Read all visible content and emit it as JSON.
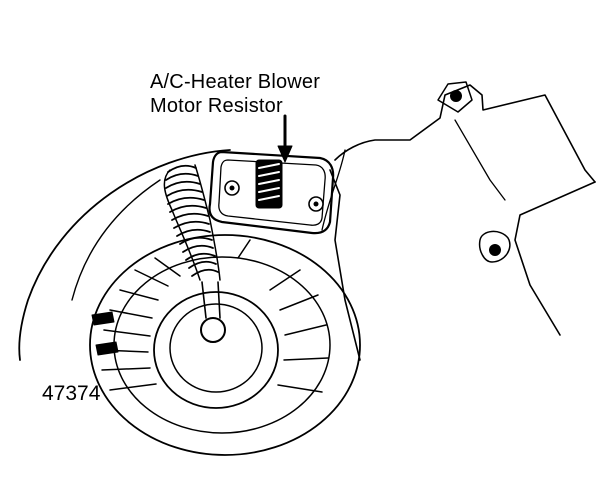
{
  "callout": {
    "line1": "A/C-Heater Blower",
    "line2": "Motor Resistor"
  },
  "figure_number": "47374",
  "icons": {
    "callout_arrow": "arrow-down-icon"
  },
  "colors": {
    "ink": "#000000",
    "paper": "#ffffff"
  }
}
